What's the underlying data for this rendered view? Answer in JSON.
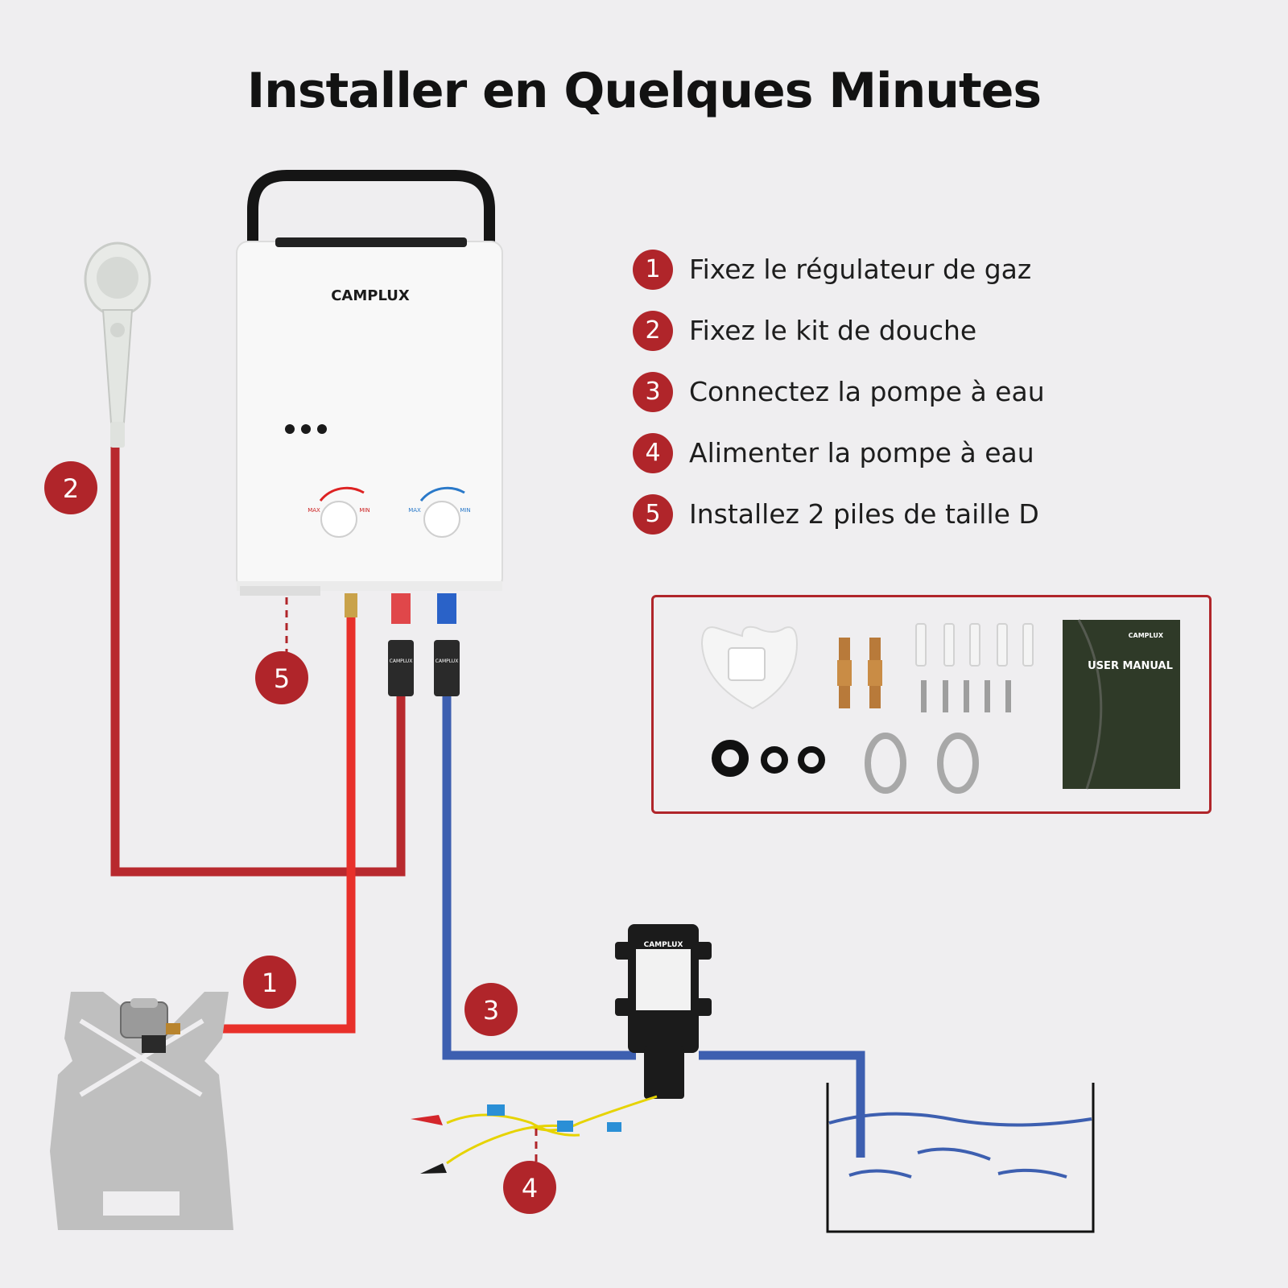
{
  "title": "Installer en Quelques Minutes",
  "steps": [
    {
      "number": "1",
      "label": "Fixez le régulateur de gaz"
    },
    {
      "number": "2",
      "label": "Fixez le kit de douche"
    },
    {
      "number": "3",
      "label": "Connectez la pompe à eau"
    },
    {
      "number": "4",
      "label": "Alimenter la pompe à eau"
    },
    {
      "number": "5",
      "label": "Installez 2 piles de taille D"
    }
  ],
  "heater": {
    "brand": "CAMPLUX",
    "dial_hot": {
      "max": "MAX",
      "min": "MIN"
    },
    "dial_cold": {
      "max": "MAX",
      "min": "MIN"
    },
    "connector_label": "CAMPLUX"
  },
  "pump": {
    "brand": "CAMPLUX"
  },
  "accessories": {
    "manual_brand": "CAMPLUX",
    "manual_title": "USER MANUAL"
  },
  "markers": {
    "gas": "1",
    "shower": "2",
    "pump": "3",
    "power": "4",
    "battery": "5"
  },
  "colors": {
    "accent": "#b0252a",
    "hot_pipe": "#e8302a",
    "shower_pipe": "#b8292e",
    "cold_pipe": "#3d5fb0",
    "water": "#3d5fb0",
    "background": "#efeef0"
  }
}
